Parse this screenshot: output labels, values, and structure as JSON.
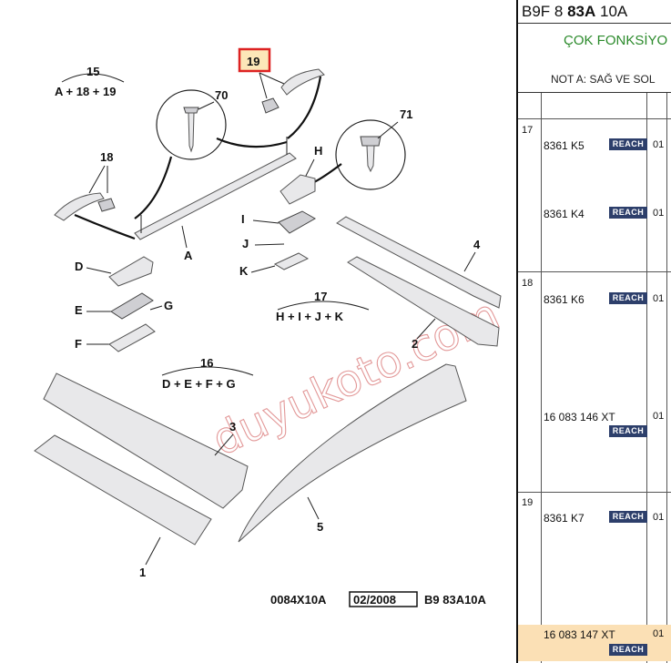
{
  "diagram": {
    "highlight_label": "19",
    "labels": {
      "n70": "70",
      "n71": "71",
      "n18": "18",
      "H": "H",
      "I": "I",
      "J": "J",
      "K": "K",
      "D": "D",
      "E": "E",
      "F": "F",
      "G": "G",
      "A": "A",
      "n1": "1",
      "n2": "2",
      "n3": "3",
      "n4": "4",
      "n5": "5"
    },
    "groups": [
      {
        "id": "15",
        "formula": "A + 18 + 19"
      },
      {
        "id": "17",
        "formula": "H + I + J + K"
      },
      {
        "id": "16",
        "formula": "D + E + F + G"
      }
    ],
    "watermark": "duyukoto.com",
    "footer": {
      "code": "0084X10A",
      "date": "02/2008",
      "ref": "B9 83A10A"
    }
  },
  "panel": {
    "header": {
      "prefix": "B9F 8 ",
      "bold": "83A",
      "suffix": " 10A"
    },
    "subtitle": "ÇOK FONKSİYO",
    "note": "NOT A: SAĞ VE SOL",
    "reach_label": "REACH",
    "rows": [
      {
        "group": "17",
        "part": "8361 K5",
        "qty": "01"
      },
      {
        "group": "",
        "part": "8361 K4",
        "qty": "01"
      },
      {
        "group": "18",
        "part": "8361 K6",
        "qty": "01"
      },
      {
        "group": "",
        "part": "16 083 146 XT",
        "qty": "01"
      },
      {
        "group": "19",
        "part": "8361 K7",
        "qty": "01"
      },
      {
        "group": "",
        "part": "16 083 147 XT",
        "qty": "01"
      }
    ]
  }
}
